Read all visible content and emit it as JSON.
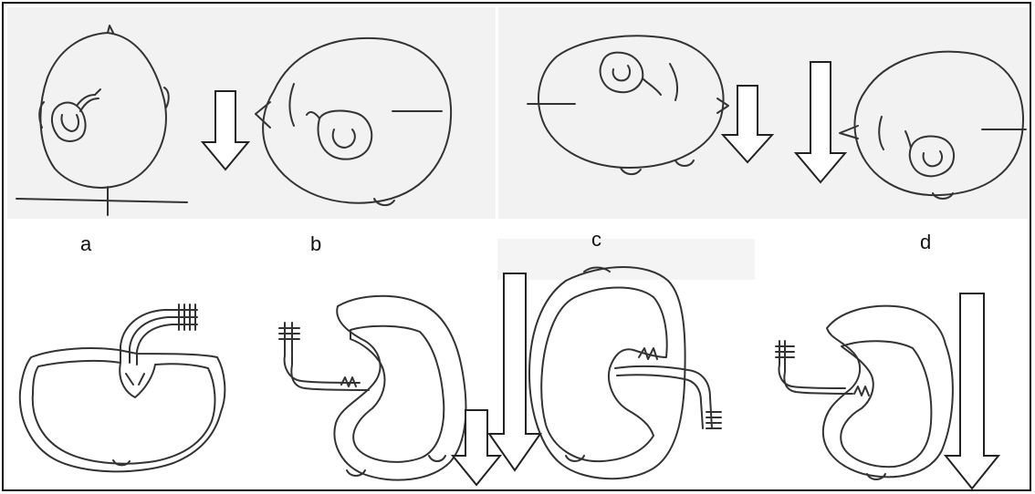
{
  "figure": {
    "labels": {
      "a": "a",
      "b": "b",
      "c": "c",
      "d": "d"
    },
    "colors": {
      "stroke": "#333333",
      "paper": "#f2f2f2",
      "frame": "#111111",
      "arrow_fill": "#ffffff"
    }
  }
}
